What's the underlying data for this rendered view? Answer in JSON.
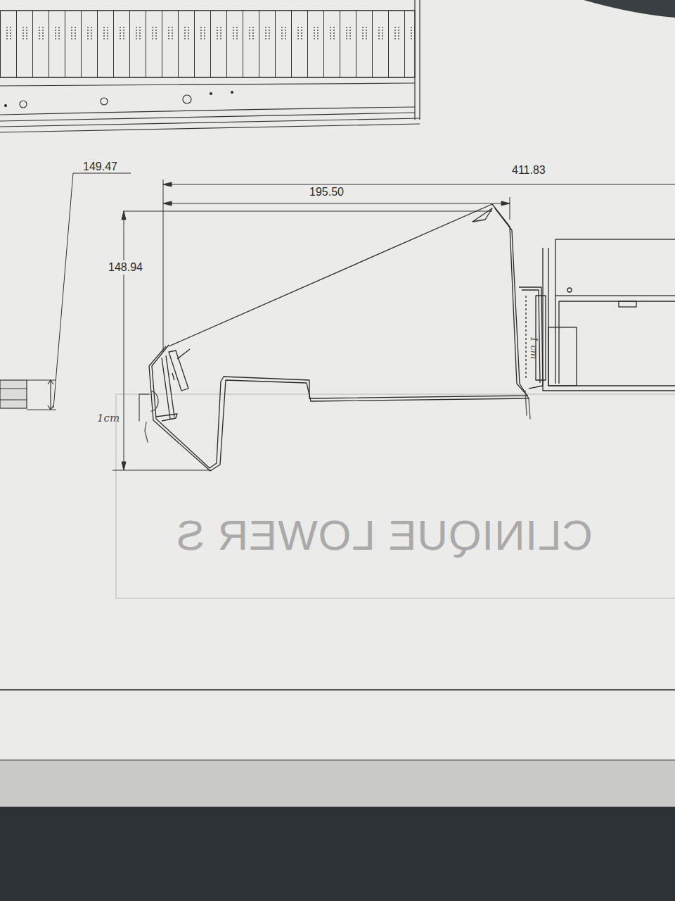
{
  "diagram": {
    "labels": [
      "149.47",
      "411.83",
      "195.50",
      "148.94",
      "1cm",
      "1 cm",
      "CLINIQUE LOWER S"
    ]
  }
}
